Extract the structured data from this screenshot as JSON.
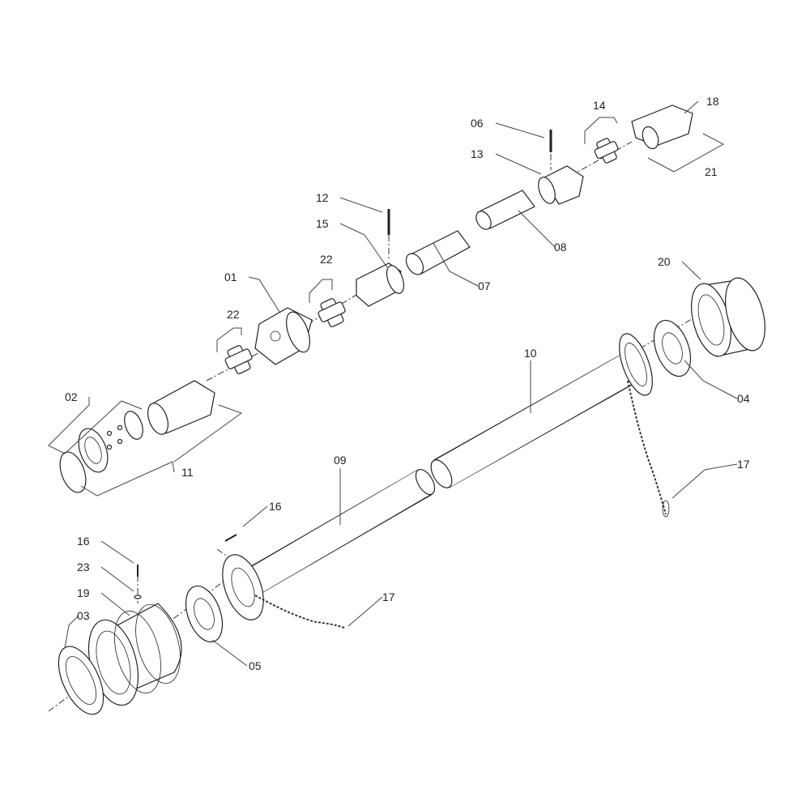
{
  "diagram": {
    "title": "PTO drive shaft exploded view",
    "labels": [
      "06",
      "14",
      "18",
      "13",
      "21",
      "12",
      "15",
      "08",
      "22",
      "07",
      "01",
      "20",
      "22",
      "10",
      "04",
      "02",
      "11",
      "09",
      "17",
      "16",
      "16",
      "23",
      "19",
      "03",
      "17",
      "05"
    ]
  }
}
